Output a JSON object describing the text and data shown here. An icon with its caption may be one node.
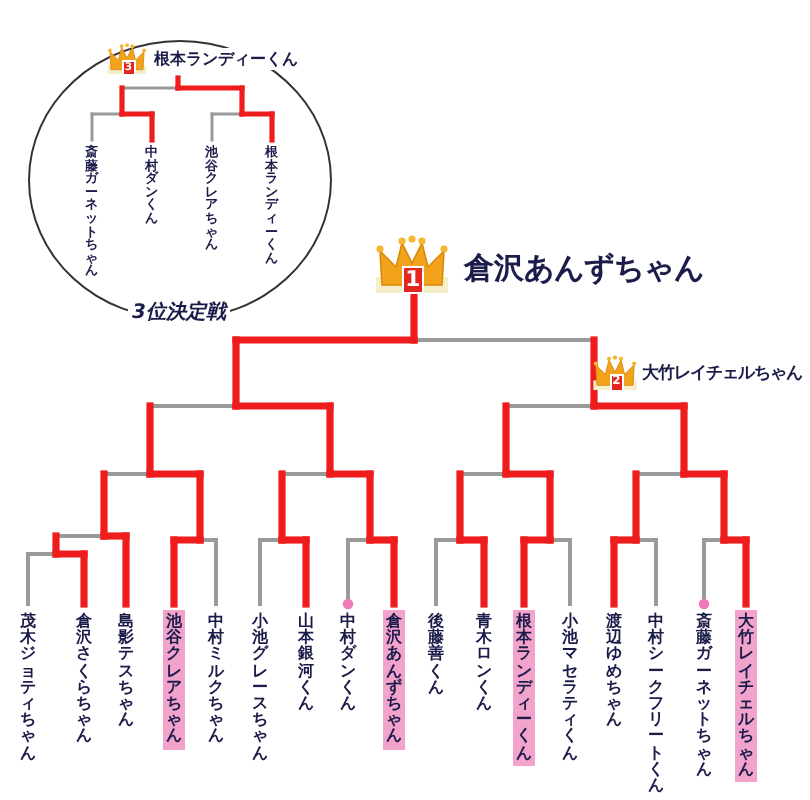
{
  "diagram": {
    "nodes": [
      {
        "text": [
          "3位決定戦"
        ]
      },
      {
        "text": [
          "3",
          "根本ランディーくん"
        ],
        "in": 0
      },
      {
        "text": [
          "斎藤ガーネットちゃん"
        ],
        "in": 0
      },
      {
        "text": [
          "中村ダンくん"
        ],
        "in": 0
      },
      {
        "text": [
          "池谷クレアちゃん"
        ],
        "in": 0
      },
      {
        "text": [
          "根本ランディーくん"
        ],
        "in": 0
      },
      {
        "text": [
          "1",
          "倉沢あんずちゃん"
        ]
      },
      {
        "text": [
          "2",
          "大竹レイチェルちゃん"
        ]
      },
      {
        "text": [
          "茂木ジョティちゃん"
        ]
      },
      {
        "text": [
          "倉沢さくらちゃん"
        ]
      },
      {
        "text": [
          "島影テスちゃん"
        ]
      },
      {
        "text": [
          "池谷クレアちゃん"
        ]
      },
      {
        "text": [
          "中村ミルクちゃん"
        ]
      },
      {
        "text": [
          "小池グレースちゃん"
        ]
      },
      {
        "text": [
          "山本銀河くん"
        ]
      },
      {
        "text": [
          "中村ダンくん"
        ]
      },
      {
        "text": [
          "倉沢あんずちゃん"
        ]
      },
      {
        "text": [
          "後藤善くん"
        ]
      },
      {
        "text": [
          "青木ロンくん"
        ]
      },
      {
        "text": [
          "根本ランディーくん"
        ]
      },
      {
        "text": [
          "小池マセラティくん"
        ]
      },
      {
        "text": [
          "渡辺ゆめちゃん"
        ]
      },
      {
        "text": [
          "中村シークフリートくん"
        ]
      },
      {
        "text": [
          "斎藤ガーネットちゃん"
        ]
      },
      {
        "text": [
          "大竹レイチェルちゃん"
        ]
      }
    ]
  }
}
